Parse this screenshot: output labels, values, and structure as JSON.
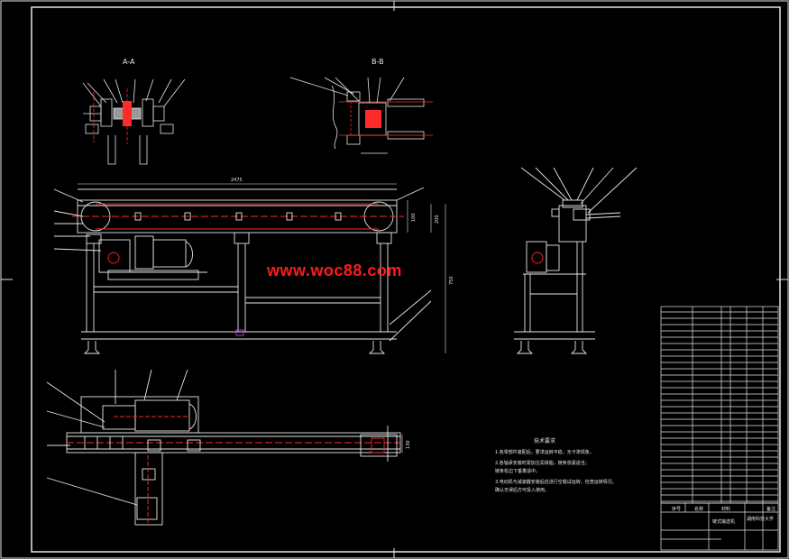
{
  "watermark": "www.woc88.com",
  "section_labels": {
    "a": "A-A",
    "b": "B-B"
  },
  "dimensions": {
    "length": "2475",
    "height": "750",
    "v1": "100",
    "v2": "200",
    "v3": "130"
  },
  "tech_notes": {
    "title": "技术要求",
    "items": [
      "1.各零部件装配后，要求运转平稳，无卡滞现象。",
      "2.各轴承安装时需加注润滑脂，链条张紧适当；",
      "  链条松边下垂量适中。",
      "3.电动机与减速器安装后应进行空载试运转，检查运转情况，",
      "  确认无误后方可投入使用。"
    ]
  },
  "title_block": {
    "product": "链式输送机",
    "school": "湖南科技大学",
    "col_seq": "序号",
    "col_name": "名称",
    "col_material": "材料",
    "col_remark": "备注"
  },
  "colors": {
    "line": "#e6e6e6",
    "red": "#ff2a2a",
    "yellow": "#ffff40"
  }
}
